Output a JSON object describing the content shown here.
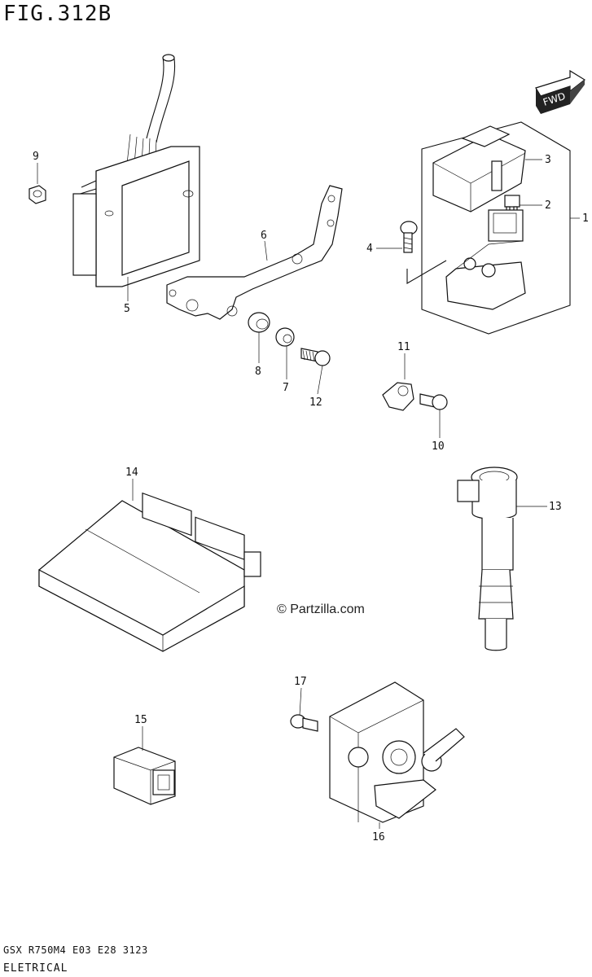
{
  "header": {
    "figure_title": "FIG.312B"
  },
  "footer": {
    "code": "GSX R750M4 E03 E28 3123",
    "section": "ELETRICAL"
  },
  "watermark": "© Partzilla.com",
  "fwd_label": "FWD",
  "callouts": [
    {
      "id": "1",
      "label": "1"
    },
    {
      "id": "2",
      "label": "2"
    },
    {
      "id": "3",
      "label": "3"
    },
    {
      "id": "4",
      "label": "4"
    },
    {
      "id": "5",
      "label": "5"
    },
    {
      "id": "6",
      "label": "6"
    },
    {
      "id": "7",
      "label": "7"
    },
    {
      "id": "8",
      "label": "8"
    },
    {
      "id": "9",
      "label": "9"
    },
    {
      "id": "10",
      "label": "10"
    },
    {
      "id": "11",
      "label": "11"
    },
    {
      "id": "12",
      "label": "12"
    },
    {
      "id": "13",
      "label": "13"
    },
    {
      "id": "14",
      "label": "14"
    },
    {
      "id": "15",
      "label": "15"
    },
    {
      "id": "16",
      "label": "16"
    },
    {
      "id": "17",
      "label": "17"
    }
  ]
}
